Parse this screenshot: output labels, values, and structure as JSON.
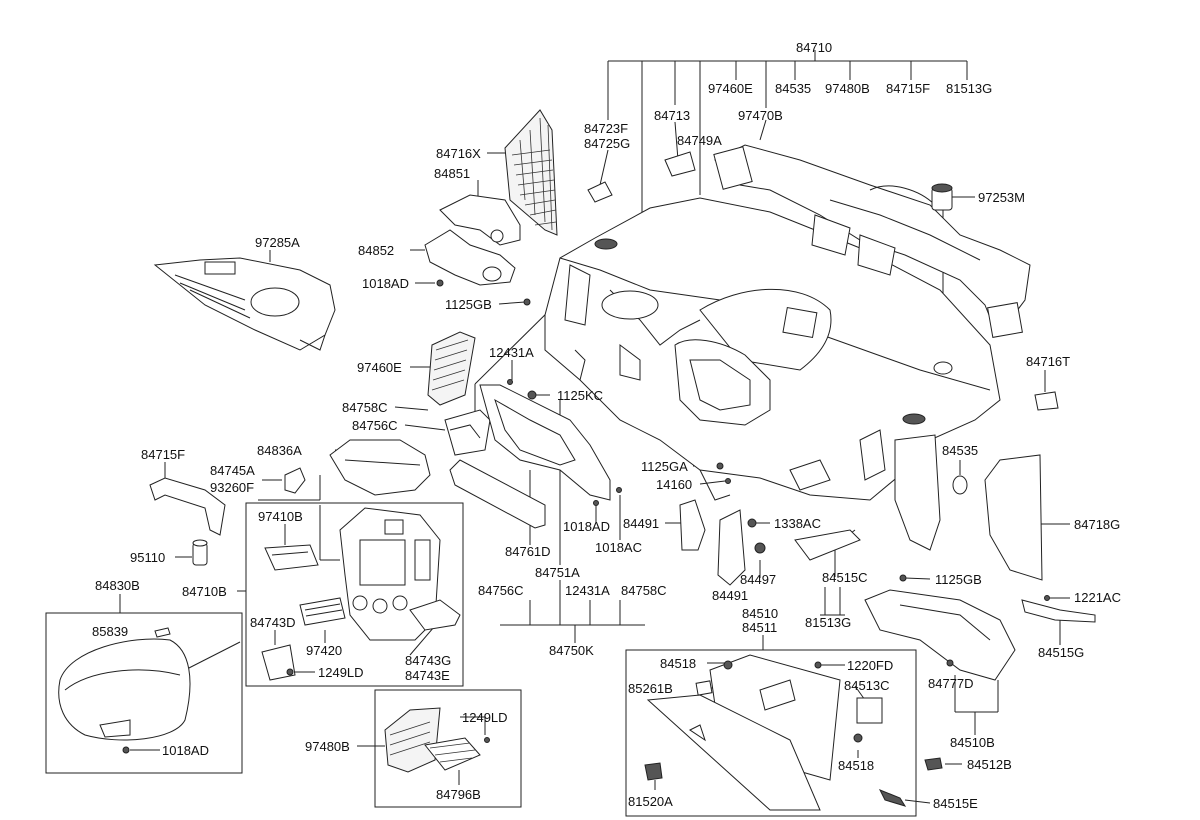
{
  "labels": {
    "84710": "84710",
    "97460E_top": "97460E",
    "84535_top": "84535",
    "97480B_top": "97480B",
    "84715F_top": "84715F",
    "81513G_top": "81513G",
    "84723F": "84723F",
    "84725G": "84725G",
    "84713": "84713",
    "97470B": "97470B",
    "84749A": "84749A",
    "84716X": "84716X",
    "84851": "84851",
    "97253M": "97253M",
    "97285A": "97285A",
    "84852": "84852",
    "1018AD_a": "1018AD",
    "1125GB_a": "1125GB",
    "97460E_mid": "97460E",
    "12431A_a": "12431A",
    "1125KC": "1125KC",
    "84716T": "84716T",
    "84758C_a": "84758C",
    "84756C_a": "84756C",
    "84836A": "84836A",
    "84535_mid": "84535",
    "84715F_left": "84715F",
    "84745A": "84745A",
    "93260F": "93260F",
    "1125GA": "1125GA",
    "14160": "14160",
    "97410B": "97410B",
    "84491_a": "84491",
    "1018AD_b": "1018AD",
    "1338AC": "1338AC",
    "84718G": "84718G",
    "84761D": "84761D",
    "1018AC": "1018AC",
    "95110": "95110",
    "84751A": "84751A",
    "84497": "84497",
    "84515C": "84515C",
    "1125GB_b": "1125GB",
    "84710B": "84710B",
    "84491_b": "84491",
    "84756C_b": "84756C",
    "12431A_b": "12431A",
    "84758C_b": "84758C",
    "84830B": "84830B",
    "1221AC": "1221AC",
    "81513G_mid": "81513G",
    "84743D": "84743D",
    "84510": "84510",
    "84511": "84511",
    "85839": "85839",
    "84515G": "84515G",
    "84750K": "84750K",
    "97420": "97420",
    "84743G": "84743G",
    "84743E": "84743E",
    "1249LD_a": "1249LD",
    "84518_a": "84518",
    "1220FD": "1220FD",
    "85261B": "85261B",
    "84513C": "84513C",
    "84777D": "84777D",
    "1249LD_b": "1249LD",
    "97480B_bot": "97480B",
    "1018AD_c": "1018AD",
    "84510B": "84510B",
    "84518_b": "84518",
    "84512B": "84512B",
    "84796B": "84796B",
    "81520A": "81520A",
    "84515E": "84515E"
  }
}
